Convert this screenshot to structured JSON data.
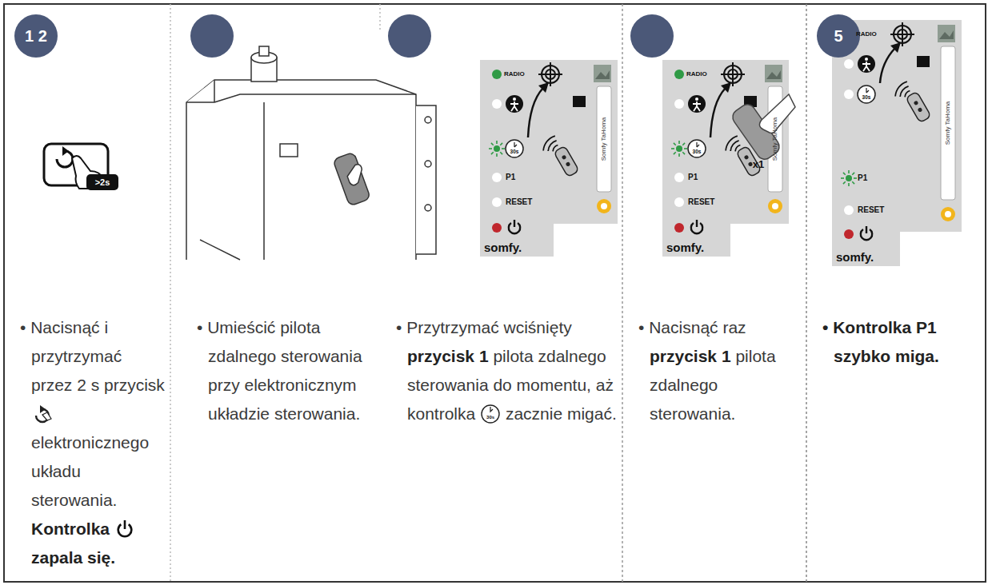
{
  "diagram": {
    "nodes": [
      {
        "text": [
          "1 2",
          "• Nacisnąć i przytrzymać przez 2 s przycisk",
          "elektronicznego układu sterowania.",
          "Kontrolka",
          "zapala się."
        ]
      },
      {
        "text": [
          "• Umieścić pilota zdalnego sterowania przy elektronicznym układzie sterowania."
        ]
      },
      {
        "text": [
          "• Przytrzymać wciśnięty",
          "przycisk 1",
          "pilota zdalnego sterowania do momentu, aż kontrolka",
          "zacznie migać."
        ]
      },
      {
        "text": [
          "• Nacisnąć raz",
          "przycisk 1",
          "pilota zdalnego sterowania."
        ]
      },
      {
        "text": [
          "5",
          "• Kontrolka P1 szybko miga."
        ]
      }
    ],
    "labels": [
      ">2s",
      "RADIO",
      "30s",
      "P1",
      "RESET",
      "somfy.",
      "Somfy TaHoma",
      "30s",
      "RADIO",
      "30s",
      "P1",
      "RESET",
      "somfy.",
      "Somfy TaHoma",
      "x1",
      "RADIO",
      "30s",
      "P1",
      "RESET",
      "somfy.",
      "Somfy TaHoma"
    ]
  }
}
